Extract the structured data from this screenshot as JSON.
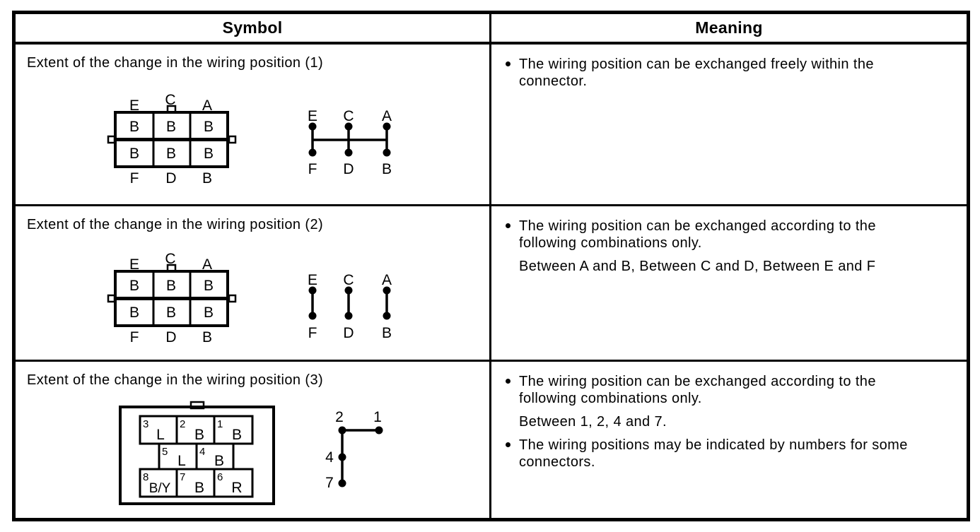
{
  "header": {
    "symbol_label": "Symbol",
    "meaning_label": "Meaning"
  },
  "colors": {
    "ink": "#000000",
    "paper": "#ffffff"
  },
  "rows": [
    {
      "title": "Extent of the change in the wiring position (1)",
      "connector": {
        "top_labels": [
          "E",
          "C",
          "A"
        ],
        "cell_rows": [
          [
            "B",
            "B",
            "B"
          ],
          [
            "B",
            "B",
            "B"
          ]
        ],
        "bottom_labels": [
          "F",
          "D",
          "B"
        ]
      },
      "diagram": {
        "top_labels": [
          "E",
          "C",
          "A"
        ],
        "bottom_labels": [
          "F",
          "D",
          "B"
        ]
      },
      "meaning": [
        {
          "bullet": true,
          "lines": [
            "The wiring position can be exchanged freely within the",
            "connector."
          ]
        }
      ]
    },
    {
      "title": "Extent of the change in the wiring position (2)",
      "connector": {
        "top_labels": [
          "E",
          "C",
          "A"
        ],
        "cell_rows": [
          [
            "B",
            "B",
            "B"
          ],
          [
            "B",
            "B",
            "B"
          ]
        ],
        "bottom_labels": [
          "F",
          "D",
          "B"
        ]
      },
      "diagram": {
        "top_labels": [
          "E",
          "C",
          "A"
        ],
        "bottom_labels": [
          "F",
          "D",
          "B"
        ]
      },
      "meaning": [
        {
          "bullet": true,
          "lines": [
            "The wiring position can be exchanged according to the",
            "following combinations only."
          ]
        },
        {
          "bullet": false,
          "lines": [
            "Between A and B, Between C and D, Between E and F"
          ]
        }
      ]
    },
    {
      "title": "Extent of the change in the wiring position (3)",
      "connector": {
        "top_cells": [
          {
            "num": "3",
            "code": "L"
          },
          {
            "num": "2",
            "code": "B"
          },
          {
            "num": "1",
            "code": "B"
          }
        ],
        "middle_cells": [
          {
            "num": "5",
            "code": "L"
          },
          {
            "num": "4",
            "code": "B"
          }
        ],
        "bottom_cells": [
          {
            "num": "8",
            "code": "B/Y"
          },
          {
            "num": "7",
            "code": "B"
          },
          {
            "num": "6",
            "code": "R"
          }
        ]
      },
      "diagram": {
        "nodes": [
          "2",
          "1",
          "4",
          "7"
        ]
      },
      "meaning": [
        {
          "bullet": true,
          "lines": [
            "The wiring position can be exchanged according to the",
            "following combinations only."
          ]
        },
        {
          "bullet": false,
          "lines": [
            "Between 1, 2, 4 and 7."
          ]
        },
        {
          "bullet": true,
          "lines": [
            "The wiring positions may be indicated by numbers for some",
            "connectors."
          ]
        }
      ]
    }
  ]
}
